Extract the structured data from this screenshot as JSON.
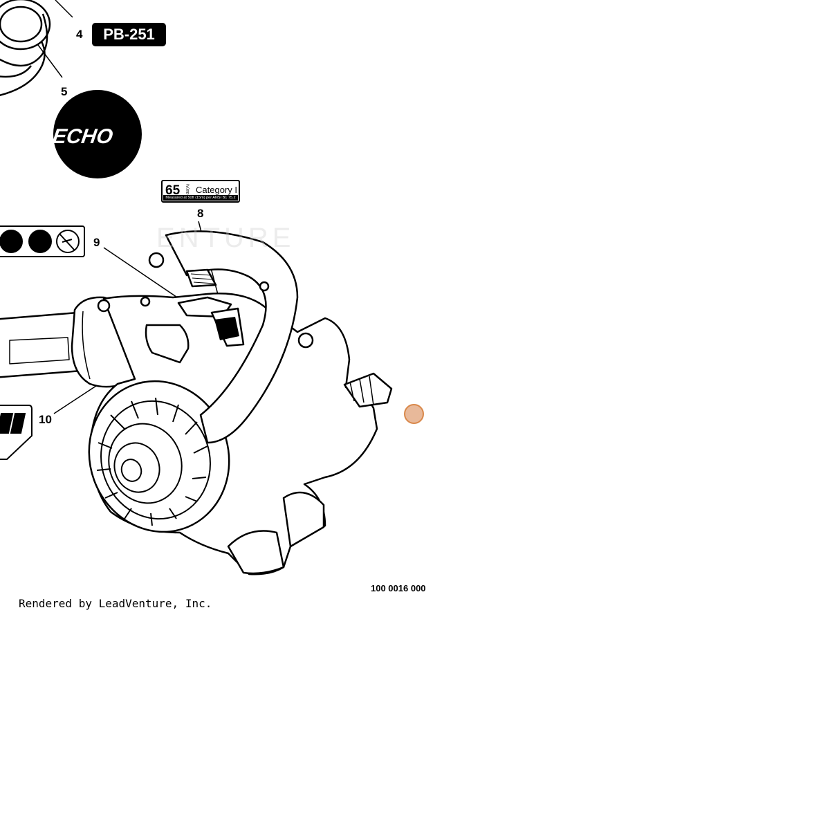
{
  "diagram": {
    "model_badge": "PB-251",
    "logo_text": "ECHO",
    "watermark_text": "ENTURE",
    "callouts": {
      "c4": "4",
      "c5": "5",
      "c8": "8",
      "c9": "9",
      "c10": "10"
    },
    "noise_label": {
      "db_value": "65",
      "unit": "dB(A)",
      "category": "Category I",
      "note": "Measured at 50ft (15m) per ANSI B1 75.2"
    },
    "drawing_number": "100 0016 000",
    "render_credit": "Rendered by LeadVenture, Inc."
  },
  "colors": {
    "ink": "#000000",
    "marker_fill": "#e8b99a",
    "marker_stroke": "#d9884a"
  },
  "icons": [
    "hearing-eye-protection-icon",
    "read-manual-icon",
    "fan-hazard-icon"
  ]
}
